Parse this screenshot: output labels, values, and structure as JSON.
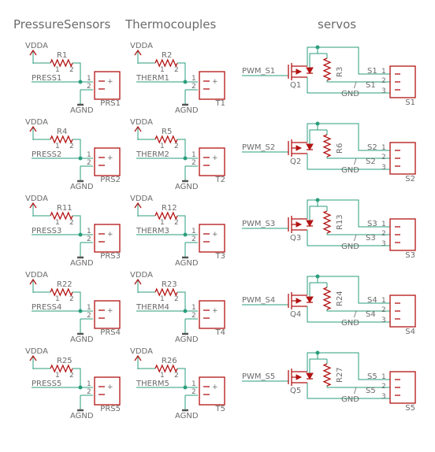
{
  "sections": {
    "pressure": "PressureSensors",
    "thermo": "Thermocouples",
    "servos": "servos"
  },
  "pressure_rows": [
    {
      "res": "R1",
      "net": "PRESS1",
      "conn": "PRS1"
    },
    {
      "res": "R4",
      "net": "PRESS2",
      "conn": "PRS2"
    },
    {
      "res": "R11",
      "net": "PRESS3",
      "conn": "PRS3"
    },
    {
      "res": "R22",
      "net": "PRESS4",
      "conn": "PRS4"
    },
    {
      "res": "R25",
      "net": "PRESS5",
      "conn": "PRS5"
    }
  ],
  "thermo_rows": [
    {
      "res": "R2",
      "net": "THERM1",
      "conn": "T1"
    },
    {
      "res": "R5",
      "net": "THERM2",
      "conn": "T2"
    },
    {
      "res": "R12",
      "net": "THERM3",
      "conn": "T3"
    },
    {
      "res": "R23",
      "net": "THERM4",
      "conn": "T4"
    },
    {
      "res": "R26",
      "net": "THERM5",
      "conn": "T5"
    }
  ],
  "servo_rows": [
    {
      "pwm": "PWM_S1",
      "q": "Q1",
      "res": "R3",
      "sig": "S1",
      "conn": "S1"
    },
    {
      "pwm": "PWM_S2",
      "q": "Q2",
      "res": "R6",
      "sig": "S2",
      "conn": "S2"
    },
    {
      "pwm": "PWM_S3",
      "q": "Q3",
      "res": "R13",
      "sig": "S3",
      "conn": "S3"
    },
    {
      "pwm": "PWM_S4",
      "q": "Q4",
      "res": "R24",
      "sig": "S4",
      "conn": "S4"
    },
    {
      "pwm": "PWM_S5",
      "q": "Q5",
      "res": "R27",
      "sig": "S5",
      "conn": "S5"
    }
  ],
  "power_label": "VDDA",
  "ground_label": "AGND",
  "servo_gnd_label": "GND",
  "pin_labels": [
    "1",
    "2",
    "3"
  ],
  "plus_sign": "+",
  "slash": "/"
}
